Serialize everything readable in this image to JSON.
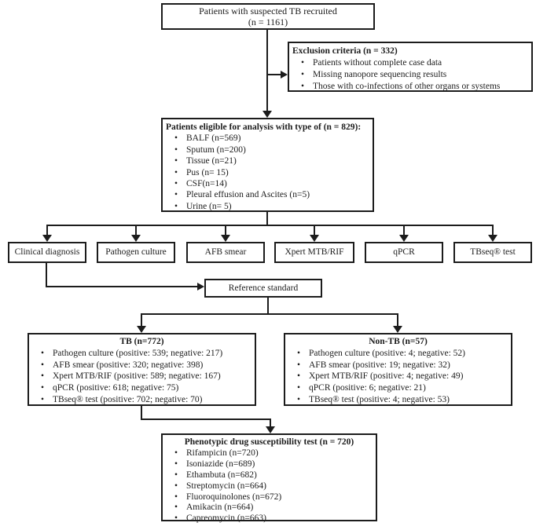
{
  "flow": {
    "top_box": {
      "line1": "Patients with suspected TB recruited",
      "line2": "(n = 1161)"
    },
    "exclusion_box": {
      "title": "Exclusion criteria (n = 332)",
      "items": [
        "Patients without complete case data",
        "Missing nanopore sequencing results",
        "Those with co-infections of other organs or systems"
      ]
    },
    "eligible_box": {
      "title": "Patients eligible for analysis with type of (n = 829):",
      "items": [
        "BALF (n=569)",
        "Sputum (n=200)",
        "Tissue (n=21)",
        "Pus (n= 15)",
        "CSF(n=14)",
        "Pleural effusion and Ascites (n=5)",
        "Urine (n= 5)"
      ]
    },
    "test_boxes": [
      "Clinical diagnosis",
      "Pathogen culture",
      "AFB smear",
      "Xpert MTB/RIF",
      "qPCR",
      "TBseq® test"
    ],
    "reference_box": {
      "label": "Reference standard"
    },
    "tb_box": {
      "title": "TB (n=772)",
      "items": [
        "Pathogen culture (positive: 539; negative: 217)",
        "AFB smear (positive: 320; negative: 398)",
        "Xpert MTB/RIF (positive: 589; negative: 167)",
        "qPCR (positive: 618; negative: 75)",
        "TBseq® test (positive: 702; negative: 70)"
      ]
    },
    "nontb_box": {
      "title": "Non-TB (n=57)",
      "items": [
        "Pathogen culture (positive: 4; negative: 52)",
        "AFB smear (positive: 19; negative: 32)",
        "Xpert MTB/RIF (positive: 4; negative: 49)",
        "qPCR (positive: 6; negative: 21)",
        "TBseq® test (positive: 4; negative: 53)"
      ]
    },
    "pheno_box": {
      "title": "Phenotypic drug susceptibility test (n = 720)",
      "items": [
        "Rifampicin (n=720)",
        "Isoniazide (n=689)",
        "Ethambuta (n=682)",
        "Streptomycin (n=664)",
        "Fluoroquinolones (n=672)",
        "Amikacin (n=664)",
        "Capreomycin (n=663)"
      ]
    }
  }
}
